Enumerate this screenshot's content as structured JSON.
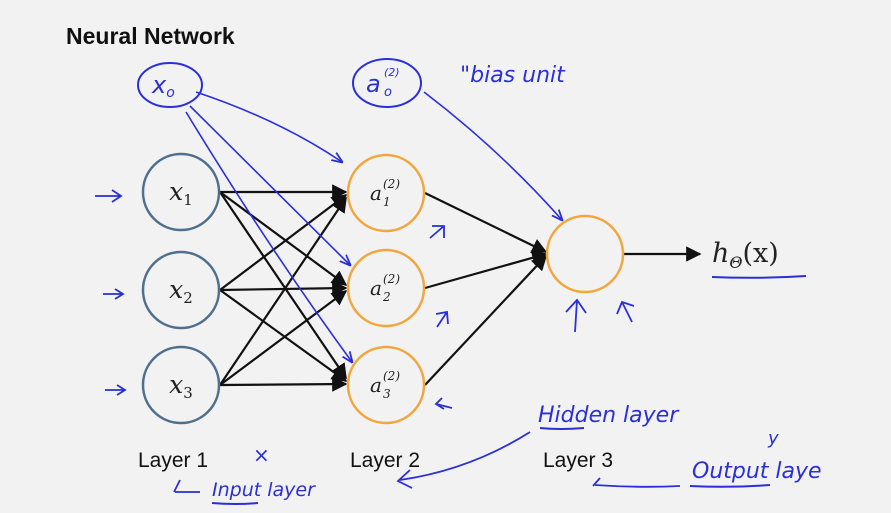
{
  "title": "Neural Network",
  "layers": {
    "input": {
      "label": "Layer 1",
      "nodes": [
        {
          "symbol": "x",
          "sub": "1"
        },
        {
          "symbol": "x",
          "sub": "2"
        },
        {
          "symbol": "x",
          "sub": "3"
        }
      ]
    },
    "hidden": {
      "label": "Layer 2",
      "nodes": [
        {
          "symbol": "a",
          "sup": "(2)",
          "sub": "1"
        },
        {
          "symbol": "a",
          "sup": "(2)",
          "sub": "2"
        },
        {
          "symbol": "a",
          "sup": "(2)",
          "sub": "3"
        }
      ]
    },
    "output": {
      "label": "Layer 3",
      "hypothesis": {
        "symbol": "h",
        "sub": "Θ",
        "arg": "(x)"
      }
    }
  },
  "annotations": {
    "bias_x0": {
      "symbol": "x",
      "sub": "o"
    },
    "bias_a0": {
      "symbol": "a",
      "sup": "(2)",
      "sub": "o"
    },
    "bias_unit": "\"bias unit",
    "hidden_layer": "Hidden layer",
    "input_layer": "Input layer",
    "output_layer": "Output laye",
    "y_mark": "y",
    "x_mark": "×"
  },
  "colors": {
    "input_node": "#4f6f8f",
    "hidden_node": "#f2a63c",
    "output_node": "#f2a63c",
    "ink": "#2a2fd8",
    "edge": "#111111"
  }
}
